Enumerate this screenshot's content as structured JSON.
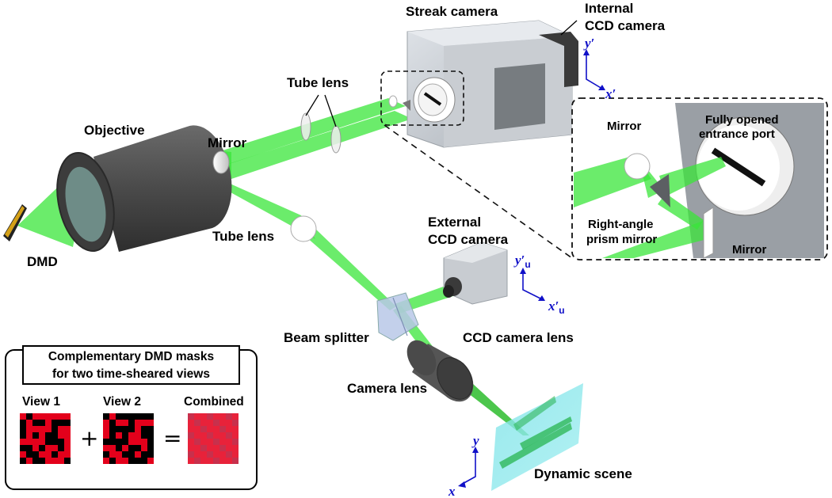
{
  "labels": {
    "streak_camera": "Streak camera",
    "internal_ccd_line1": "Internal",
    "internal_ccd_line2": "CCD camera",
    "tube_lens_top": "Tube lens",
    "objective": "Objective",
    "mirror_main": "Mirror",
    "dmd": "DMD",
    "tube_lens_bottom": "Tube lens",
    "external_ccd_line1": "External",
    "external_ccd_line2": "CCD camera",
    "beam_splitter": "Beam splitter",
    "ccd_camera_lens": "CCD camera lens",
    "camera_lens": "Camera lens",
    "dynamic_scene": "Dynamic scene"
  },
  "inset": {
    "mirror_top": "Mirror",
    "port_line1": "Fully opened",
    "port_line2": "entrance port",
    "prism_line1": "Right-angle",
    "prism_line2": "prism mirror",
    "mirror_bottom": "Mirror"
  },
  "axes": {
    "streak": {
      "x": "x′",
      "y": "y′"
    },
    "external": {
      "x": "x′",
      "y": "y′",
      "sub": "u"
    },
    "scene": {
      "x": "x",
      "y": "y"
    }
  },
  "legend": {
    "title_line1": "Complementary DMD masks",
    "title_line2": "for two time-sheared views",
    "view1": "View 1",
    "view2": "View 2",
    "combined": "Combined",
    "plus": "+",
    "equals": "="
  },
  "colors": {
    "beam": "#39e639",
    "axis": "#1010c8",
    "mask_on": "#e3001b",
    "mask_off": "#000000",
    "combined_a": "#e8223a",
    "combined_b": "#c8304c"
  }
}
